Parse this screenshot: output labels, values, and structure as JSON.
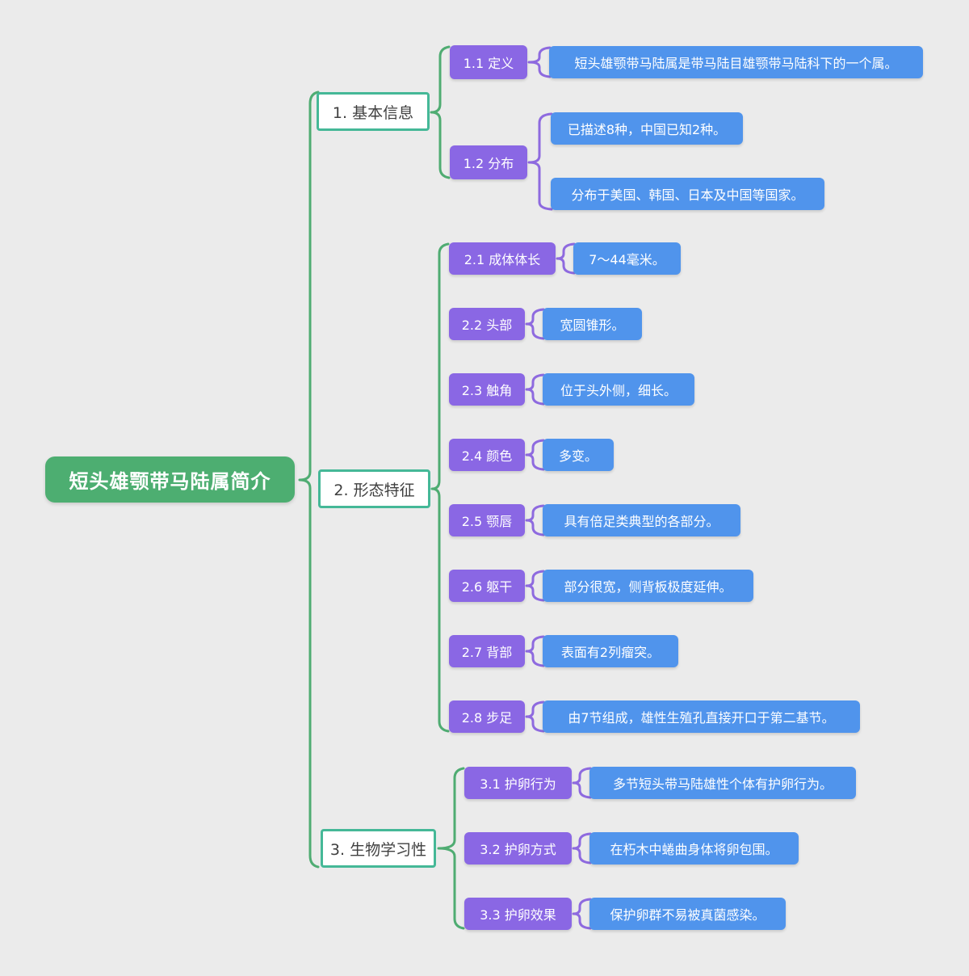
{
  "root": {
    "label": "短头雄颚带马陆属简介"
  },
  "branches": [
    {
      "label": "1. 基本信息",
      "children": [
        {
          "label": "1.1 定义",
          "leaves": [
            "短头雄颚带马陆属是带马陆目雄颚带马陆科下的一个属。"
          ]
        },
        {
          "label": "1.2 分布",
          "leaves": [
            "已描述8种，中国已知2种。",
            "分布于美国、韩国、日本及中国等国家。"
          ]
        }
      ]
    },
    {
      "label": "2. 形态特征",
      "children": [
        {
          "label": "2.1 成体体长",
          "leaves": [
            "7～44毫米。"
          ]
        },
        {
          "label": "2.2 头部",
          "leaves": [
            "宽圆锥形。"
          ]
        },
        {
          "label": "2.3 触角",
          "leaves": [
            "位于头外侧，细长。"
          ]
        },
        {
          "label": "2.4 颜色",
          "leaves": [
            "多变。"
          ]
        },
        {
          "label": "2.5 颚唇",
          "leaves": [
            "具有倍足类典型的各部分。"
          ]
        },
        {
          "label": "2.6 躯干",
          "leaves": [
            "部分很宽，侧背板极度延伸。"
          ]
        },
        {
          "label": "2.7 背部",
          "leaves": [
            "表面有2列瘤突。"
          ]
        },
        {
          "label": "2.8 步足",
          "leaves": [
            "由7节组成，雄性生殖孔直接开口于第二基节。"
          ]
        }
      ]
    },
    {
      "label": "3. 生物学习性",
      "children": [
        {
          "label": "3.1 护卵行为",
          "leaves": [
            "多节短头带马陆雄性个体有护卵行为。"
          ]
        },
        {
          "label": "3.2 护卵方式",
          "leaves": [
            "在朽木中蜷曲身体将卵包围。"
          ]
        },
        {
          "label": "3.3 护卵效果",
          "leaves": [
            "保护卵群不易被真菌感染。"
          ]
        }
      ]
    }
  ],
  "colors": {
    "bg": "#EBEBEB",
    "root-fill": "#4DAE71",
    "branch-border": "#45B897",
    "branch-text": "#3F3F3F",
    "topic-fill": "#8A67E4",
    "leaf-fill": "#5094EC",
    "connector-green": "#4FAC72",
    "connector-purple": "#8E6ADF",
    "node-text": "#FFFFFF"
  }
}
